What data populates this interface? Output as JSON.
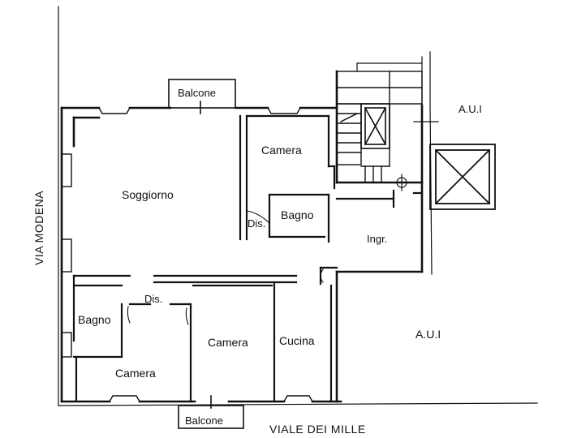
{
  "labels": {
    "soggiorno": "Soggiorno",
    "camera_top": "Camera",
    "camera_bottom_left": "Camera",
    "camera_bottom_mid": "Camera",
    "bagno_top": "Bagno",
    "bagno_left": "Bagno",
    "dis_top": "Dis.",
    "dis_mid": "Dis.",
    "cucina": "Cucina",
    "ingresso": "Ingr.",
    "aui_top": "A.U.I",
    "aui_bottom": "A.U.I",
    "balcone_top": "Balcone",
    "balcone_bottom": "Balcone"
  },
  "streets": {
    "left": "VIA MODENA",
    "bottom": "VIALE DEI MILLE"
  },
  "colors": {
    "ink": "#111111",
    "paper": "#ffffff"
  }
}
